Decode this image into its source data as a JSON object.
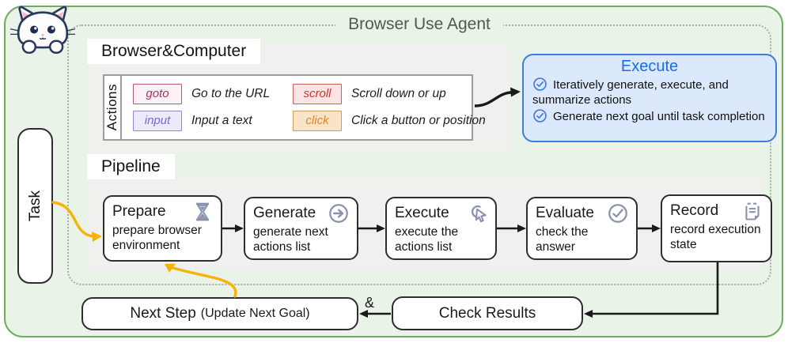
{
  "header": {
    "title": "Browser Use Agent"
  },
  "task": {
    "label": "Task"
  },
  "browser_computer": {
    "section_title": "Browser&Computer",
    "actions_axis_label": "Actions",
    "actions": [
      {
        "name": "goto",
        "description": "Go to the URL",
        "text_color": "#a13262",
        "bg": "#fdf1f6",
        "border": "#b4577a"
      },
      {
        "name": "input",
        "description": "Input a text",
        "text_color": "#7b68c8",
        "bg": "#edeafb",
        "border": "#9186d8"
      },
      {
        "name": "scroll",
        "description": "Scroll down or up",
        "text_color": "#cc3333",
        "bg": "#fbe5e5",
        "border": "#cc5f5f"
      },
      {
        "name": "click",
        "description": "Click a button or position",
        "text_color": "#dd8822",
        "bg": "#f9e4c8",
        "border": "#d89a56"
      }
    ]
  },
  "execute_panel": {
    "title": "Execute",
    "bullets": [
      "Iteratively generate, execute, and summarize actions",
      "Generate next goal until task completion"
    ],
    "accent": "#1b6ce8"
  },
  "pipeline": {
    "section_title": "Pipeline",
    "steps": [
      {
        "title": "Prepare",
        "description": "prepare browser environment",
        "icon": "hourglass-icon"
      },
      {
        "title": "Generate",
        "description": "generate next actions list",
        "icon": "arrow-right-circle-icon"
      },
      {
        "title": "Execute",
        "description": "execute the actions list",
        "icon": "cursor-icon"
      },
      {
        "title": "Evaluate",
        "description": "check the answer",
        "icon": "check-circle-icon"
      },
      {
        "title": "Record",
        "description": "record execution state",
        "icon": "clipboard-icon"
      }
    ]
  },
  "feedback": {
    "next_step_label": "Next Step",
    "next_step_note": "(Update Next Goal)",
    "join_label": "&",
    "check_results_label": "Check Results"
  },
  "colors": {
    "outer_bg": "#e9f3e8",
    "outer_border": "#6cb05f",
    "panel_bg": "#f0f0ee",
    "dotted_border": "#a3b1a3",
    "execute_bg": "#dce9fc",
    "execute_border": "#3d7be0",
    "pipeline_icon": "#8a93ad",
    "arrow_black": "#1a1a1a",
    "arrow_orange": "#f6b40a"
  }
}
